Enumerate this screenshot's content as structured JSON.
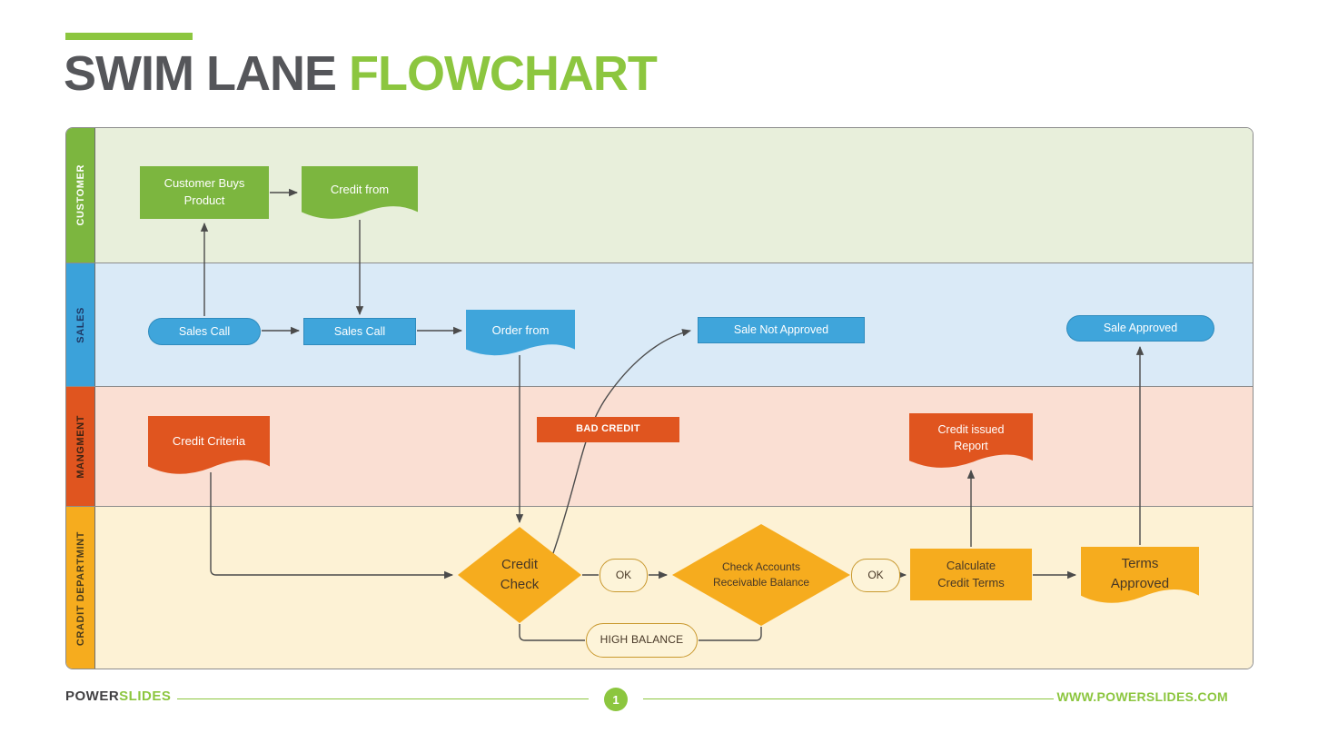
{
  "title": {
    "prefix": "SWIM LANE ",
    "highlight": "FLOWCHART"
  },
  "lanes": [
    {
      "label": "CUSTOMER",
      "header_color": "#7CB63F",
      "body_color": "#E8EFDB",
      "label_color": "#FFFFFF"
    },
    {
      "label": "SALES",
      "header_color": "#3BA2DA",
      "body_color": "#DAEAF7",
      "label_color": "#1F3864"
    },
    {
      "label": "MANGMENT",
      "header_color": "#E0551F",
      "body_color": "#FADFD3",
      "label_color": "#3B2314"
    },
    {
      "label": "CRADIT DEPARTMINT",
      "header_color": "#F6AC1E",
      "body_color": "#FDF2D5",
      "label_color": "#4A3B1C"
    }
  ],
  "nodes": {
    "customer_buys": {
      "label": "Customer Buys Product",
      "type": "process",
      "lane": "CUSTOMER"
    },
    "credit_from": {
      "label": "Credit from",
      "type": "document",
      "lane": "CUSTOMER"
    },
    "sales_call_start": {
      "label": "Sales Call",
      "type": "terminator",
      "lane": "SALES"
    },
    "sales_call_process": {
      "label": "Sales Call",
      "type": "process",
      "lane": "SALES"
    },
    "order_from": {
      "label": "Order from",
      "type": "document",
      "lane": "SALES"
    },
    "sale_not_approved": {
      "label": "Sale Not Approved",
      "type": "process",
      "lane": "SALES"
    },
    "sale_approved": {
      "label": "Sale Approved",
      "type": "terminator",
      "lane": "SALES"
    },
    "credit_criteria": {
      "label": "Credit Criteria",
      "type": "document",
      "lane": "MANGMENT"
    },
    "bad_credit": {
      "label": "BAD CREDIT",
      "type": "edge-label",
      "lane": "MANGMENT"
    },
    "credit_issued_report": {
      "label": "Credit issued Report",
      "type": "document",
      "lane": "MANGMENT"
    },
    "credit_check": {
      "label": "Credit Check",
      "type": "decision",
      "lane": "CRADIT DEPARTMINT"
    },
    "ok_1": {
      "label": "OK",
      "type": "edge-label",
      "lane": "CRADIT DEPARTMINT"
    },
    "check_accounts": {
      "label": "Check Accounts Receivable Balance",
      "type": "decision",
      "lane": "CRADIT DEPARTMINT"
    },
    "ok_2": {
      "label": "OK",
      "type": "edge-label",
      "lane": "CRADIT DEPARTMINT"
    },
    "calculate_credit_terms": {
      "label": "Calculate Credit Terms",
      "type": "process",
      "lane": "CRADIT DEPARTMINT"
    },
    "terms_approved": {
      "label": "Terms Approved",
      "type": "document",
      "lane": "CRADIT DEPARTMINT"
    },
    "high_balance": {
      "label": "HIGH BALANCE",
      "type": "edge-label",
      "lane": "CRADIT DEPARTMINT"
    }
  },
  "edges": [
    {
      "from": "customer_buys",
      "to": "credit_from"
    },
    {
      "from": "sales_call_start",
      "to": "customer_buys"
    },
    {
      "from": "credit_from",
      "to": "sales_call_process"
    },
    {
      "from": "sales_call_start",
      "to": "sales_call_process"
    },
    {
      "from": "sales_call_process",
      "to": "order_from"
    },
    {
      "from": "order_from",
      "to": "credit_check"
    },
    {
      "from": "credit_criteria",
      "to": "credit_check"
    },
    {
      "from": "credit_check",
      "to": "check_accounts",
      "label": "OK"
    },
    {
      "from": "credit_check",
      "to": "sale_not_approved",
      "label": "BAD CREDIT"
    },
    {
      "from": "credit_check",
      "to": "check_accounts",
      "label": "HIGH BALANCE"
    },
    {
      "from": "check_accounts",
      "to": "calculate_credit_terms",
      "label": "OK"
    },
    {
      "from": "calculate_credit_terms",
      "to": "credit_issued_report"
    },
    {
      "from": "calculate_credit_terms",
      "to": "terms_approved"
    },
    {
      "from": "terms_approved",
      "to": "sale_approved"
    }
  ],
  "footer": {
    "brand_bold": "POWER",
    "brand_accent": "SLIDES",
    "page_number": "1",
    "website": "WWW.POWERSLIDES.COM"
  },
  "colors": {
    "accent_green": "#8CC63F",
    "title_gray": "#55565A",
    "connector": "#4B4B4B",
    "shape_green": "#7CB63F",
    "shape_blue": "#3FA5DB",
    "shape_red": "#E0551F",
    "shape_amber": "#F6AC1E",
    "edge_label_fill": "#FDF4D9",
    "edge_label_border": "#C9992F"
  }
}
